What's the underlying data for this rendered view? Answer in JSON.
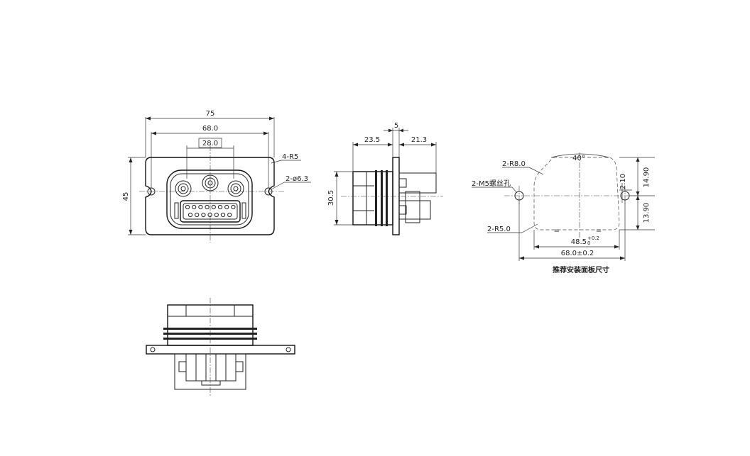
{
  "front_view": {
    "overall_width": "75",
    "hole_spacing": "68.0",
    "center_span": "28.0",
    "height": "45",
    "corner_note": "4-R5",
    "hole_note": "2-ø6.3"
  },
  "side_view": {
    "left_length": "23.5",
    "flange_thickness": "5",
    "right_length": "21.3",
    "body_height": "30.5"
  },
  "panel_cutout": {
    "chamfer_angle": "40°",
    "top_radius_note": "2-R8.0",
    "thread_note": "2-M5螺丝孔",
    "bottom_radius_note": "2-R5.0",
    "offset_small": "2.10",
    "offset_top": "14.90",
    "offset_bottom": "13.90",
    "equal_mark": "=",
    "cutout_width": "48.5",
    "cutout_tol_upper": "+0.2",
    "cutout_tol_lower": "0",
    "hole_spacing": "68.0±0.2",
    "caption": "推荐安装面板尺寸"
  },
  "colors": {
    "line": "#222222",
    "background": "#ffffff"
  }
}
